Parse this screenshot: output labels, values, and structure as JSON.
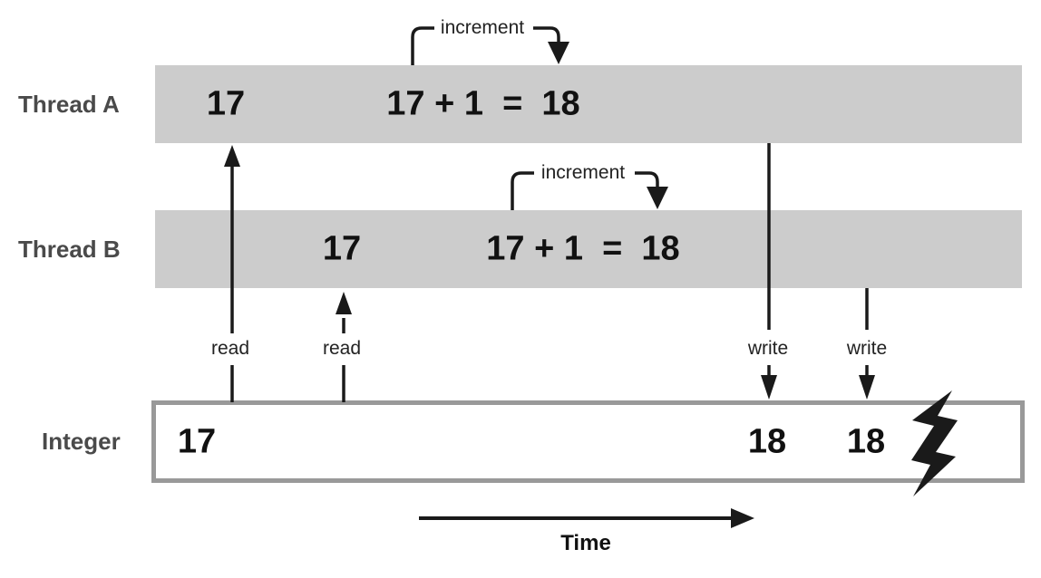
{
  "colors": {
    "bar_fill": "#cccccc",
    "box_border": "#999999",
    "line": "#1a1a1a",
    "row_label_text": "#4a4a4a",
    "value_text": "#111111"
  },
  "thread_a": {
    "label": "Thread A",
    "read_value": "17",
    "expression": "17 + 1  =  18",
    "increment_label": "increment",
    "read_label": "read",
    "write_label": "write"
  },
  "thread_b": {
    "label": "Thread B",
    "read_value": "17",
    "expression": "17 + 1  =  18",
    "increment_label": "increment",
    "read_label": "read",
    "write_label": "write"
  },
  "integer_box": {
    "label": "Integer",
    "initial_value": "17",
    "thread_a_written_value": "18",
    "thread_b_written_value": "18"
  },
  "time_axis": {
    "label": "Time"
  },
  "icons": {
    "crash_icon": "lightning-bolt"
  }
}
